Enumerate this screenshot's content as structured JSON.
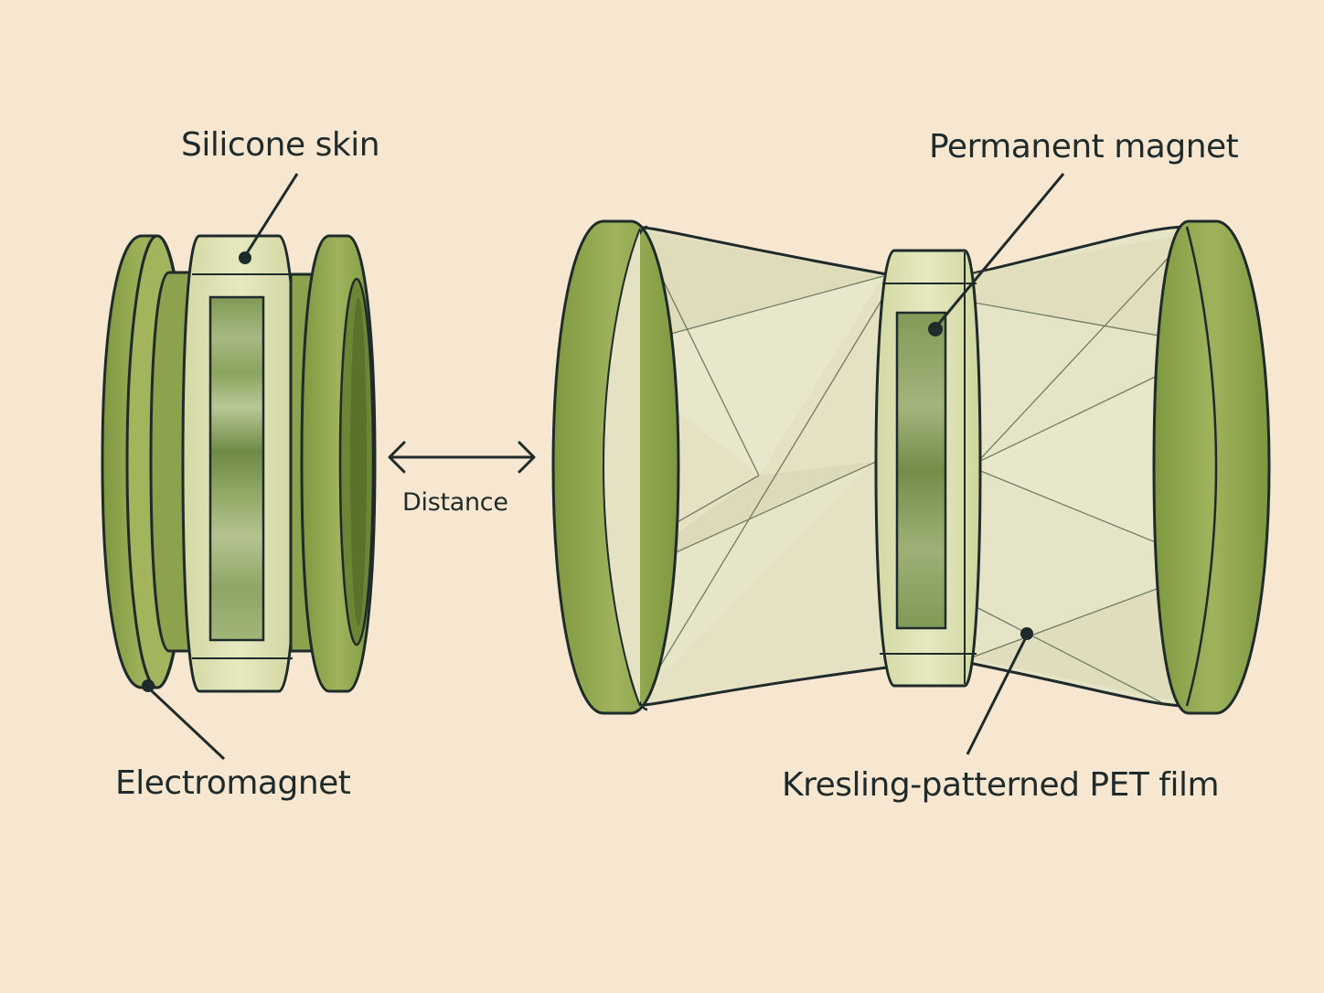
{
  "labels": {
    "silicone_skin": "Silicone skin",
    "permanent_magnet": "Permanent magnet",
    "distance": "Distance",
    "electromagnet": "Electromagnet",
    "kresling_film": "Kresling-patterned PET film"
  },
  "colors": {
    "background": "#f7e7d0",
    "ring_green": "#93a851",
    "ring_dark": "#6f8838",
    "band_light": "#dfe3b6",
    "window_green": "#86a05a",
    "film": "#e7e5c9",
    "outline": "#1f2b2b"
  }
}
